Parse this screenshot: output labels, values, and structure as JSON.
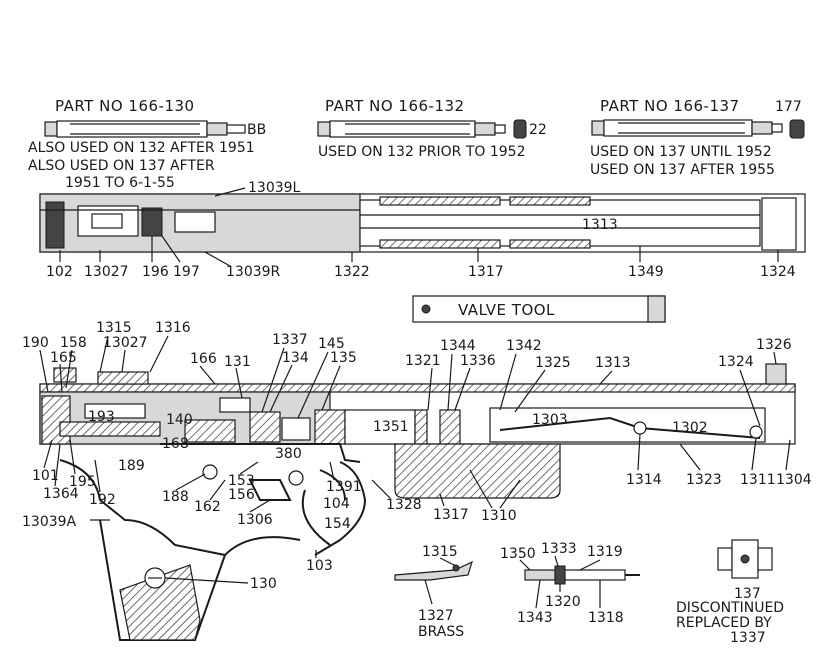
{
  "headers": {
    "part_130": "PART NO 166-130",
    "part_132": "PART NO 166-132",
    "part_137": "PART NO 166-137"
  },
  "notes": {
    "also_132": "ALSO USED ON 132 AFTER 1951",
    "also_137": "ALSO USED ON 137 AFTER",
    "date_range": "1951 TO 6-1-55",
    "used_132_prior": "USED ON 132 PRIOR TO 1952",
    "used_137_until": "USED ON 137 UNTIL 1952",
    "used_137_after": "USED ON 137 AFTER 1955",
    "discontinued": "DISCONTINUED",
    "replaced_by": "REPLACED BY",
    "replaced_part": "1337",
    "brass": "BRASS"
  },
  "valve_tool": "VALVE TOOL",
  "labels": {
    "bb": "BB",
    "p22": "22",
    "p177": "177",
    "p13039L": "13039L",
    "p1313a": "1313",
    "p102": "102",
    "p13027a": "13027",
    "p196": "196",
    "p197": "197",
    "p13039R": "13039R",
    "p1322": "1322",
    "p1317a": "1317",
    "p1349": "1349",
    "p1324a": "1324",
    "p190": "190",
    "p158": "158",
    "p165": "165",
    "p1315a": "1315",
    "p13027b": "13027",
    "p1316": "1316",
    "p166": "166",
    "p131": "131",
    "p1337": "1337",
    "p134": "134",
    "p145": "145",
    "p135": "135",
    "p1321": "1321",
    "p1344": "1344",
    "p1336": "1336",
    "p1342": "1342",
    "p1325": "1325",
    "p1313b": "1313",
    "p1326": "1326",
    "p1324b": "1324",
    "p193": "193",
    "p140": "140",
    "p168": "168",
    "p1351": "1351",
    "p1303": "1303",
    "p1302": "1302",
    "p380": "380",
    "p189": "189",
    "p101": "101",
    "p195": "195",
    "p1364": "1364",
    "p192": "192",
    "p188": "188",
    "p153": "153",
    "p156": "156",
    "p162": "162",
    "p1391": "1391",
    "p104": "104",
    "p1328": "1328",
    "p1306": "1306",
    "p154": "154",
    "p1317b": "1317",
    "p1310": "1310",
    "p1314": "1314",
    "p1323": "1323",
    "p1311": "1311",
    "p1304": "1304",
    "p13039A": "13039A",
    "p103": "103",
    "p130": "130",
    "p1315b": "1315",
    "p1327": "1327",
    "p1350": "1350",
    "p1333": "1333",
    "p1319": "1319",
    "p1320": "1320",
    "p1343": "1343",
    "p1318": "1318",
    "p137": "137"
  }
}
